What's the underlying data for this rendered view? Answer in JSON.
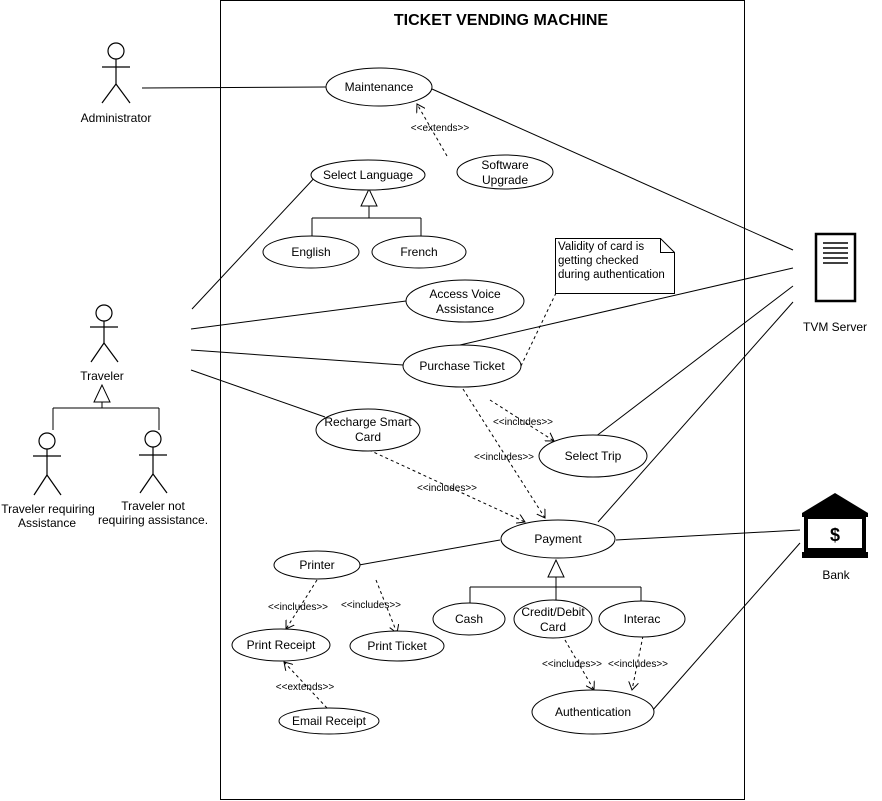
{
  "title": "TICKET VENDING MACHINE",
  "actors": {
    "administrator": "Administrator",
    "traveler": "Traveler",
    "traveler_assist": [
      "Traveler requiring",
      "Assistance"
    ],
    "traveler_no_assist": [
      "Traveler not",
      "requiring assistance."
    ],
    "tvm_server": "TVM Server",
    "bank": "Bank"
  },
  "use_cases": {
    "maintenance": [
      "Maintenance"
    ],
    "software_upgrade": [
      "Software",
      "Upgrade"
    ],
    "select_language": [
      "Select Language"
    ],
    "english": [
      "English"
    ],
    "french": [
      "French"
    ],
    "access_voice": [
      "Access Voice",
      "Assistance"
    ],
    "purchase_ticket": [
      "Purchase Ticket"
    ],
    "recharge_card": [
      "Recharge Smart",
      "Card"
    ],
    "select_trip": [
      "Select Trip"
    ],
    "payment": [
      "Payment"
    ],
    "printer": [
      "Printer"
    ],
    "print_receipt": [
      "Print Receipt"
    ],
    "print_ticket": [
      "Print Ticket"
    ],
    "email_receipt": [
      "Email Receipt"
    ],
    "cash": [
      "Cash"
    ],
    "credit_debit": [
      "Credit/Debit",
      "Card"
    ],
    "interac": [
      "Interac"
    ],
    "authentication": [
      "Authentication"
    ]
  },
  "note": [
    "Validity of card is",
    "getting checked",
    "during authentication"
  ],
  "relations": {
    "extends": "<<extends>>",
    "includes": "<<includes>>"
  },
  "icons": {
    "server": "server-icon",
    "bank": "bank-icon",
    "bank_symbol": "$"
  }
}
